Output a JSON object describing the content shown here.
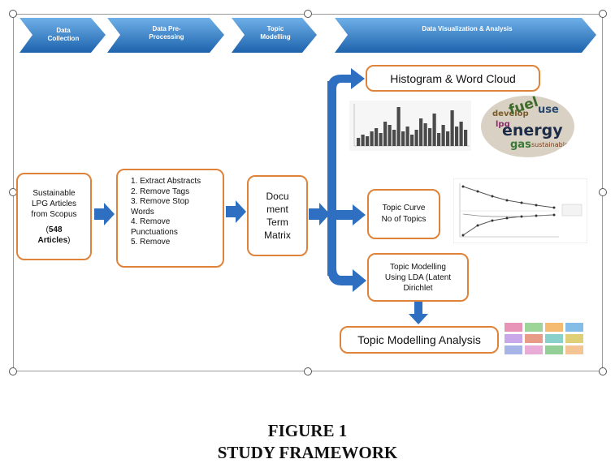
{
  "stages": [
    {
      "line1": "Data",
      "line2": "Collection"
    },
    {
      "line1": "Data Pre-",
      "line2": "Processing"
    },
    {
      "line1": "Topic",
      "line2": "Modelling"
    },
    {
      "line1": "Data Visualization  &  Analysis",
      "line2": ""
    }
  ],
  "source": {
    "line1": "Sustainable",
    "line2": "LPG Articles",
    "line3": "from Scopus",
    "count_open": "(",
    "count": "548",
    "count_word": "Articles",
    "count_close": ")"
  },
  "preprocessing": {
    "steps": [
      "1. Extract Abstracts",
      "2. Remove Tags",
      "3. Remove Stop",
      "Words",
      "4. Remove",
      "Punctuations",
      "5. Remove"
    ]
  },
  "dtm": {
    "line1": "Docu",
    "line2": "ment",
    "line3": "Term",
    "line4": "Matrix"
  },
  "outputs": {
    "histogram": "Histogram & Word Cloud",
    "topic_curve_line1": "Topic Curve",
    "topic_curve_line2": "No of Topics",
    "lda_line1": "Topic Modelling",
    "lda_line2": "Using LDA (Latent",
    "lda_line3": "Dirichlet",
    "analysis": "Topic Modelling Analysis"
  },
  "wordcloud": {
    "words": [
      "energy",
      "fuel",
      "use",
      "gas",
      "develop",
      "sustainable",
      "lpg"
    ]
  },
  "caption": {
    "line1": "FIGURE 1",
    "line2": "STUDY FRAMEWORK"
  },
  "colors": {
    "chevron": "#2a78c4",
    "box_border": "#e0833a",
    "arrow": "#2e6fc1"
  }
}
